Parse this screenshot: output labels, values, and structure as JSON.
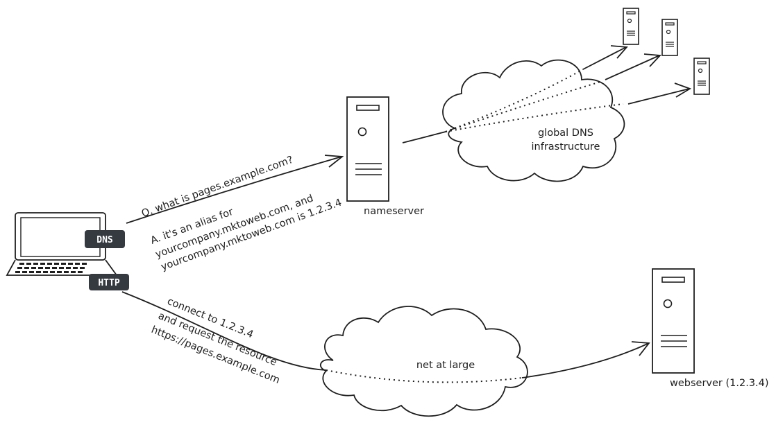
{
  "badges": {
    "dns": "DNS",
    "http": "HTTP"
  },
  "labels": {
    "question": "Q. what is pages.example.com?",
    "answer_1": "A. it's an alias for",
    "answer_2": "yourcompany.mktoweb.com, and",
    "answer_3": "yourcompany.mktoweb.com is 1.2.3.4",
    "nameserver": "nameserver",
    "global_dns_1": "global DNS",
    "global_dns_2": "infrastructure",
    "connect_1": "connect to 1.2.3.4",
    "connect_2": "and request the resource",
    "connect_3": "https://pages.example.com",
    "net_at_large": "net at large",
    "webserver": "webserver (1.2.3.4)"
  },
  "icons": [
    "laptop-icon",
    "server-icon"
  ],
  "colors": {
    "stroke": "#1e1e1e",
    "badge_bg": "#343a40",
    "badge_text": "#ffffff",
    "background": "#ffffff"
  }
}
